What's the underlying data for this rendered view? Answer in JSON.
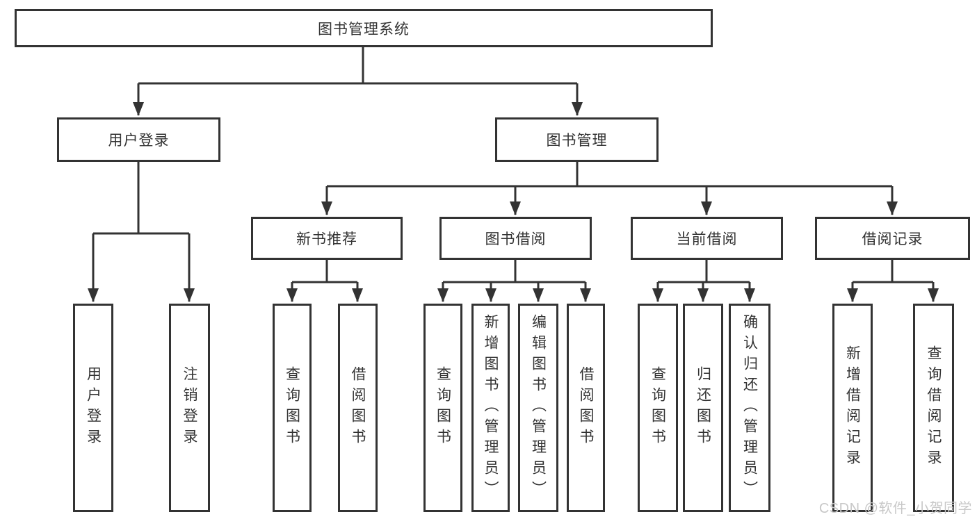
{
  "tree": {
    "label": "图书管理系统",
    "children": [
      {
        "label": "用户登录",
        "children": [
          {
            "label": "用户登录"
          },
          {
            "label": "注销登录"
          }
        ]
      },
      {
        "label": "图书管理",
        "children": [
          {
            "label": "新书推荐",
            "children": [
              {
                "label": "查询图书"
              },
              {
                "label": "借阅图书"
              }
            ]
          },
          {
            "label": "图书借阅",
            "children": [
              {
                "label": "查询图书"
              },
              {
                "label": "新增图书（管理员）"
              },
              {
                "label": "编辑图书（管理员）"
              },
              {
                "label": "借阅图书"
              }
            ]
          },
          {
            "label": "当前借阅",
            "children": [
              {
                "label": "查询图书"
              },
              {
                "label": "归还图书"
              },
              {
                "label": "确认归还（管理员）"
              }
            ]
          },
          {
            "label": "借阅记录",
            "children": [
              {
                "label": "新增借阅记录"
              },
              {
                "label": "查询借阅记录"
              }
            ]
          }
        ]
      }
    ]
  },
  "watermark": {
    "text": "CSDN @软件_小贺同学"
  },
  "colors": {
    "line": "#333333",
    "node_border": "#333333",
    "text": "#333333",
    "background": "#ffffff",
    "watermark_text": "#c8c8c8"
  }
}
